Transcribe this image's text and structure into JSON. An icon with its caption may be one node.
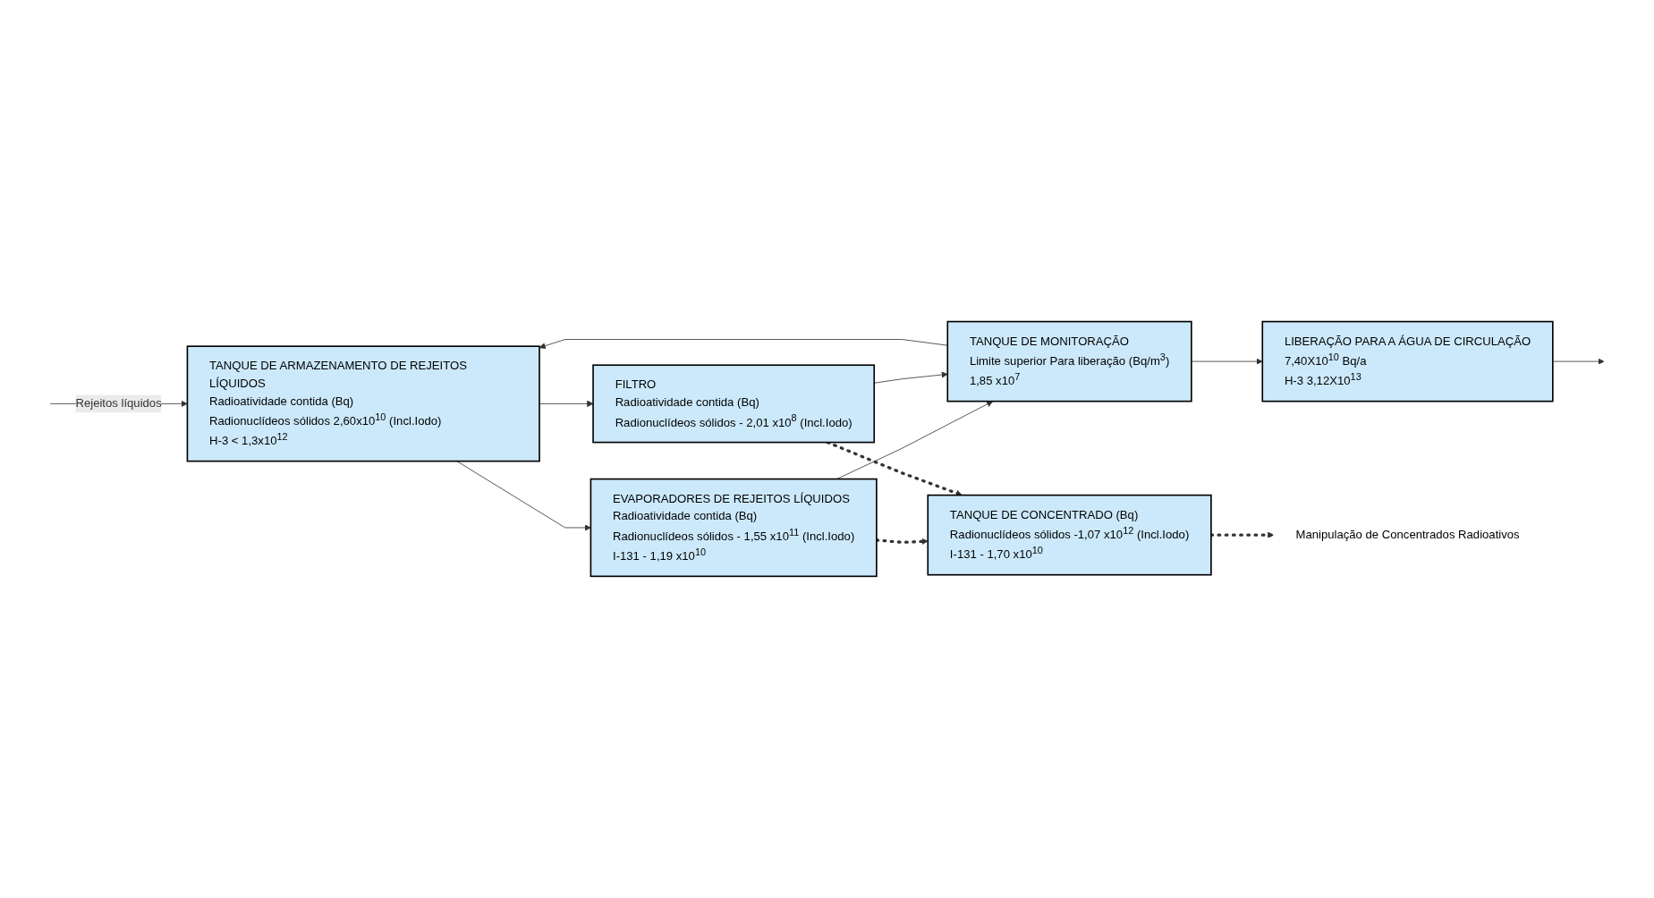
{
  "diagram": {
    "nodes": [
      {
        "text": [
          "TANQUE DE ARMAZENAMENTO DE REJEITOS LÍQUIDOS",
          "Radioatividade contida (Bq)",
          "Radionuclídeos sólidos 2,60x10$^{10}$ (Incl.Iodo)",
          "H-3 < 1,3x10$^{12}$"
        ]
      },
      {
        "text": [
          "EVAPORADORES DE REJEITOS LÍQUIDOS",
          "Radioatividade contida (Bq)",
          "Radionuclídeos sólidos - 1,55 x10$^{11}$ (Incl.Iodo)",
          "I-131 - 1,19 x10$^{10}$"
        ]
      },
      {
        "text": [
          "FILTRO",
          "Radioatividade contida (Bq)",
          "Radionuclídeos sólidos - 2,01 x10$^{8}$ (Incl.Iodo)"
        ]
      },
      {
        "text": [
          "TANQUE DE MONITORAÇÃO",
          "Limite superior Para liberação (Bq/m$^{3}$)",
          "1,85 x10$^{7}$"
        ]
      },
      {
        "text": [
          "LIBERAÇÃO PARA A ÁGUA DE CIRCULAÇÃO",
          "7,40X10$^{10}$ Bq/a",
          "H-3 3,12X10$^{13}$"
        ]
      },
      {
        "text": [
          "TANQUE DE CONCENTRADO (Bq)",
          "Radionuclídeos sólidos -1,07 x10$^{12}$ (Incl.Iodo)",
          "I-131 - 1,70 x10$^{10}$"
        ]
      },
      {
        "text": [
          "Manipulação de Concentrados Radioativos"
        ]
      }
    ],
    "edges": [
      {
        "from": null,
        "to": 0,
        "arrow": "to",
        "label": "Rejeitos líquidos"
      },
      {
        "from": 0,
        "to": 1,
        "arrow": "to"
      },
      {
        "from": 0,
        "to": 2,
        "arrow": "to"
      },
      {
        "from": 1,
        "to": 3,
        "arrow": "to"
      },
      {
        "from": 2,
        "to": 3,
        "arrow": "to"
      },
      {
        "from": 3,
        "to": 0,
        "arrow": "to"
      },
      {
        "from": 3,
        "to": 4,
        "arrow": "to"
      },
      {
        "from": 4,
        "to": null,
        "arrow": "to"
      },
      {
        "from": 1,
        "to": 5,
        "arrow": "to",
        "style": "dashed"
      },
      {
        "from": 2,
        "to": 5,
        "arrow": "to",
        "style": "dashed"
      },
      {
        "from": 5,
        "to": 6,
        "arrow": "to",
        "style": "dashed"
      }
    ]
  }
}
